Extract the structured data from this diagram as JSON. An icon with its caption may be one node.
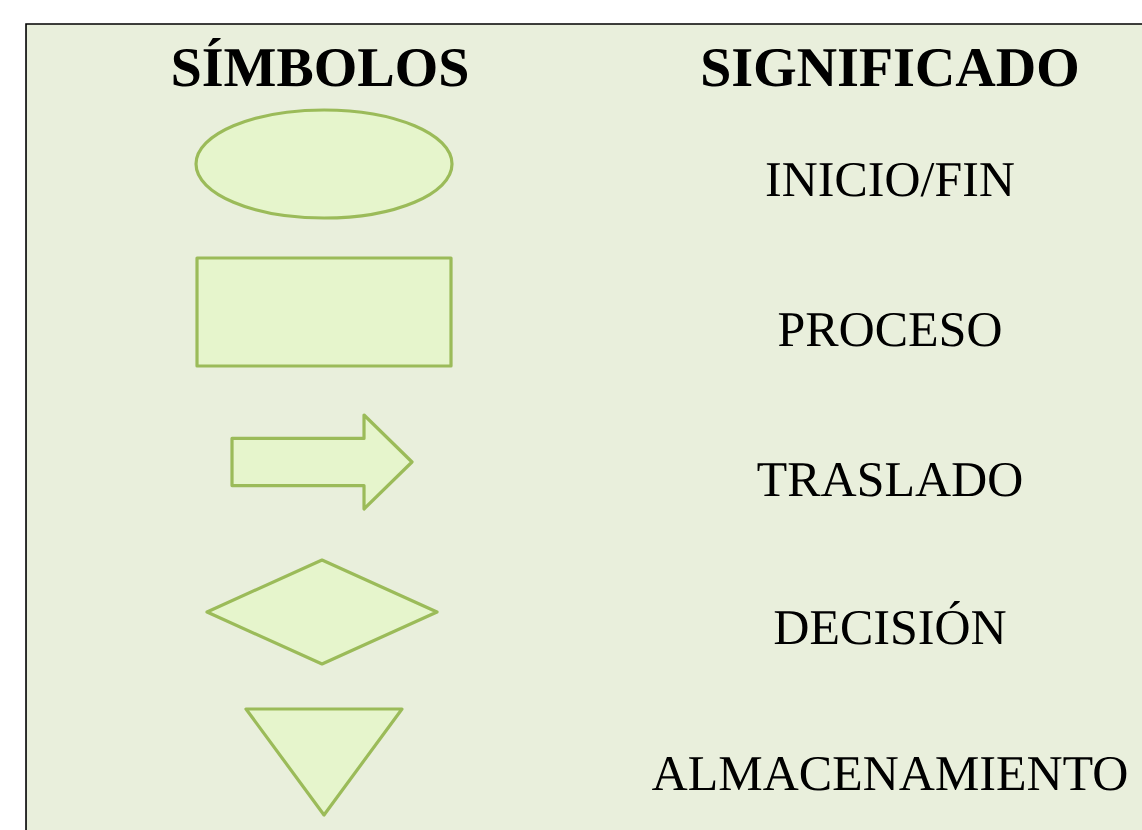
{
  "diagram": {
    "nodes": [
      {
        "text": [],
        "shape": "ellipse"
      },
      {
        "text": [],
        "shape": "box"
      },
      {
        "text": [],
        "shape": "arrow"
      },
      {
        "text": [],
        "shape": "diamond"
      },
      {
        "text": [],
        "shape": "triangle"
      }
    ],
    "labels": [
      "SÍMBOLOS",
      "SIGNIFICADO",
      "INICIO/FIN",
      "PROCESO",
      "TRASLADO",
      "DECISIÓN",
      "ALMACENAMIENTO"
    ]
  }
}
